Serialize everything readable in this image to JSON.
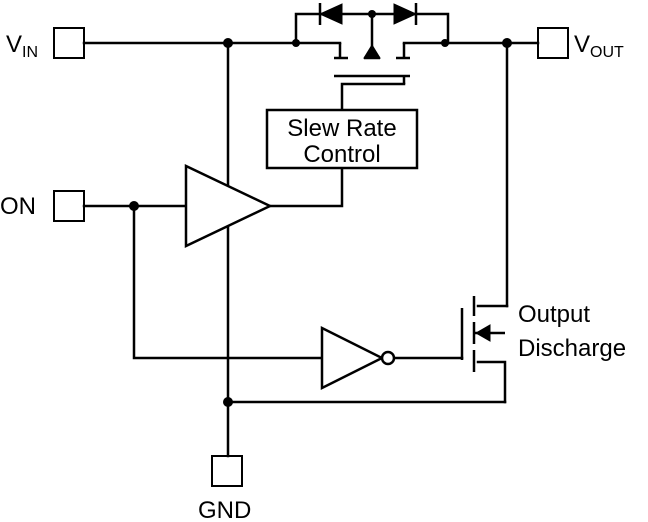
{
  "pins": {
    "vin": {
      "main": "V",
      "sub": "IN"
    },
    "vout": {
      "main": "V",
      "sub": "OUT"
    },
    "on": "ON",
    "gnd": "GND"
  },
  "blocks": {
    "slew_rate": {
      "line1": "Slew Rate",
      "line2": "Control"
    },
    "output_discharge": {
      "line1": "Output",
      "line2": "Discharge"
    }
  }
}
